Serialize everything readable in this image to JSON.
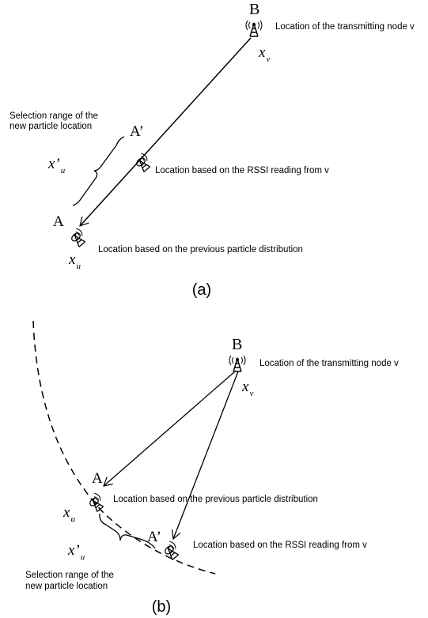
{
  "panel_a": {
    "label_B": "B",
    "label_A_prime": "A’",
    "label_A": "A",
    "x_v": "x",
    "x_v_sub": "v",
    "x_u_prime": "x’",
    "x_u_prime_sub": "u",
    "x_u": "x",
    "x_u_sub": "u",
    "caption_transmitting": "Location of the transmitting node v",
    "caption_selection_line1": "Selection range of the",
    "caption_selection_line2": "new particle location",
    "caption_rssi": "Location based on the RSSI reading from v",
    "caption_previous": "Location based on the previous particle distribution",
    "panel_label": "(a)"
  },
  "panel_b": {
    "label_B": "B",
    "label_A": "A",
    "label_A_prime": "A’",
    "x_v": "x",
    "x_v_sub": "v",
    "x_u": "x",
    "x_u_sub": "u",
    "x_u_prime": "x’",
    "x_u_prime_sub": "u",
    "caption_transmitting": "Location of the transmitting node v",
    "caption_previous": "Location based on the previous particle distribution",
    "caption_rssi": "Location based on the RSSI reading from v",
    "caption_selection_line1": "Selection range of the",
    "caption_selection_line2": "new particle location",
    "panel_label": "(b)"
  },
  "icons": {
    "node": "antenna-node-icon"
  },
  "colors": {
    "ink": "#000000",
    "background": "#ffffff"
  }
}
